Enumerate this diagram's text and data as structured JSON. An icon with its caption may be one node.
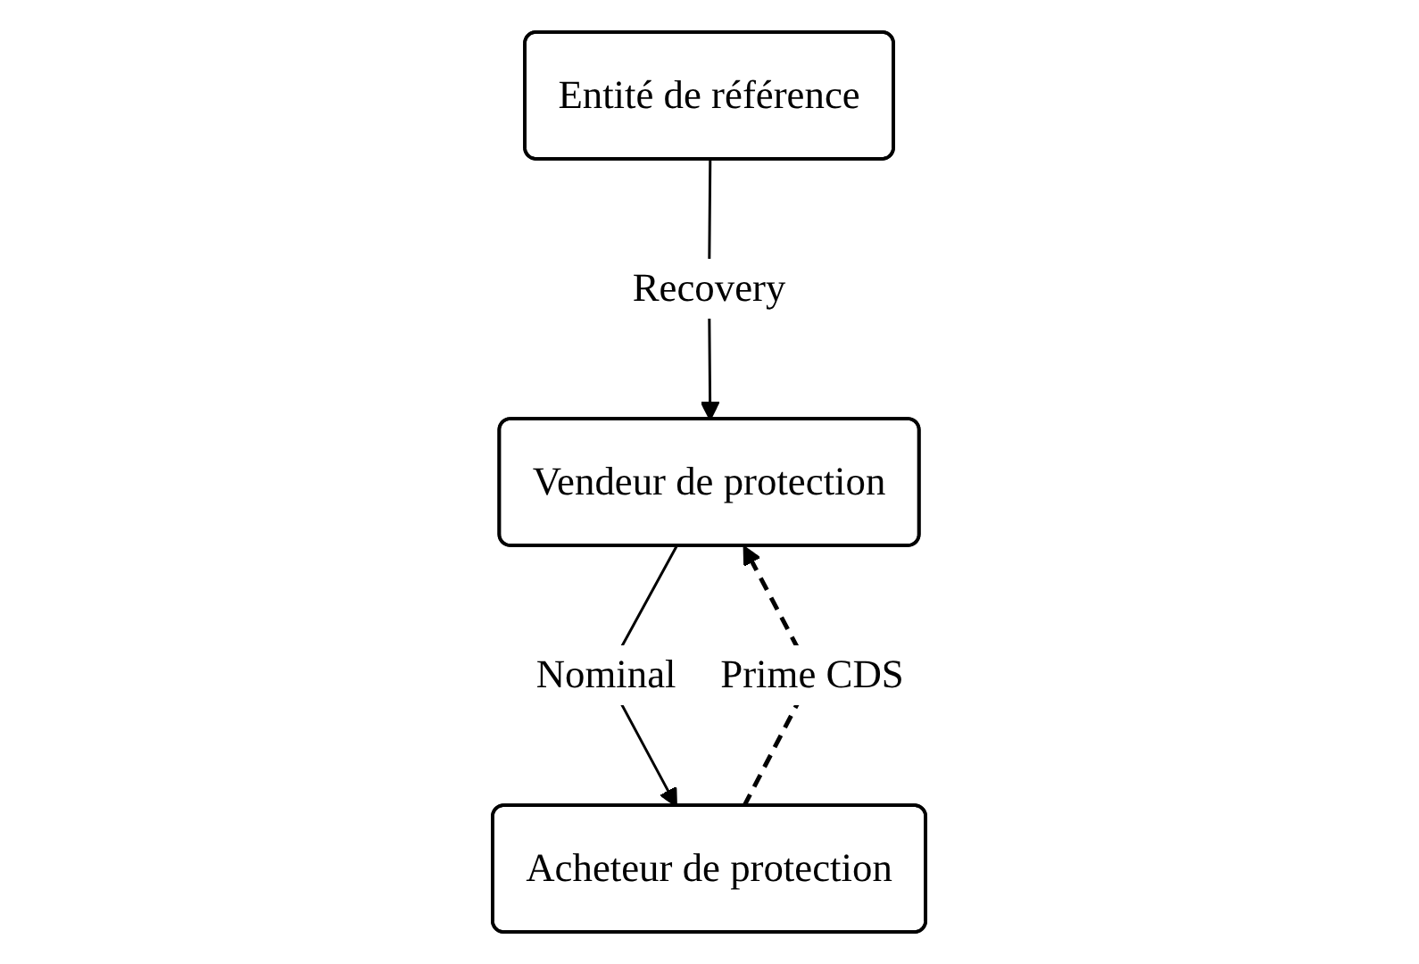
{
  "diagram": {
    "nodes": [
      {
        "text": [
          "Entité de référence"
        ]
      },
      {
        "text": [
          "Acheteur de protection"
        ]
      },
      {
        "text": [
          "Vendeur de protection"
        ]
      }
    ],
    "edges": [
      {
        "from": 0,
        "to": 2,
        "arrow": "to",
        "label": "Recovery"
      },
      {
        "from": 2,
        "to": 1,
        "arrow": "to",
        "label": "Nominal"
      },
      {
        "from": 1,
        "to": 2,
        "arrow": "to",
        "label": "Prime CDS",
        "style": "dashed"
      }
    ]
  }
}
